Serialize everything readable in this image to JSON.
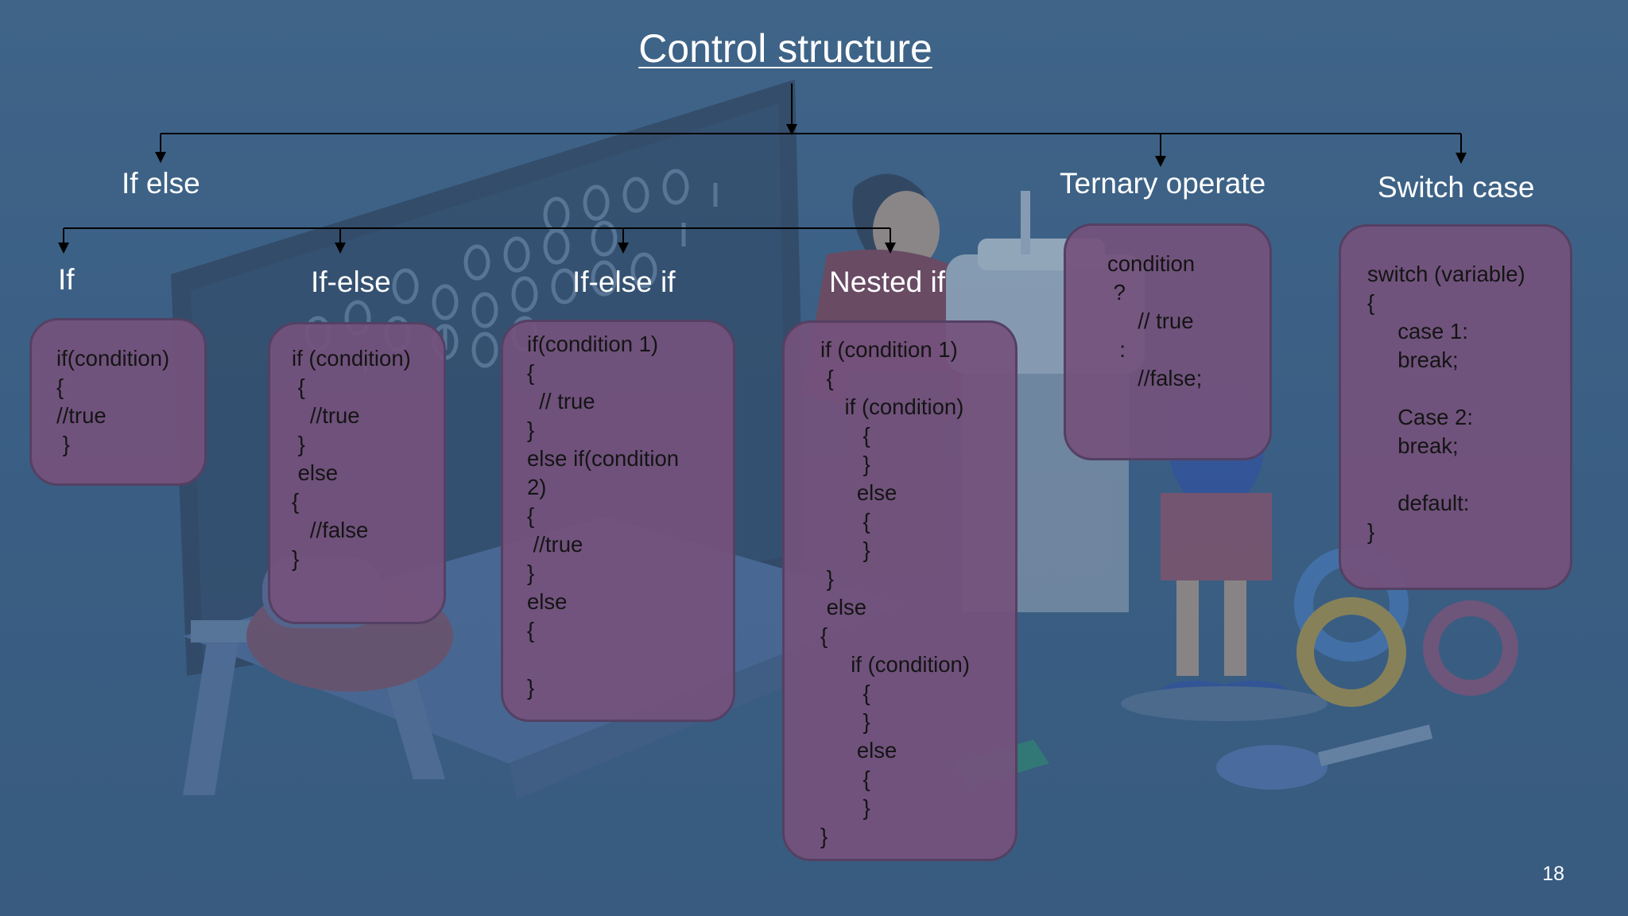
{
  "slide": {
    "title": "Control structure",
    "page_number": "18"
  },
  "branches": [
    {
      "label": "If else"
    },
    {
      "label": "Ternary operate"
    },
    {
      "label": "Switch case"
    }
  ],
  "if_else_types": [
    {
      "label": "If"
    },
    {
      "label": "If-else"
    },
    {
      "label": "If-else if"
    },
    {
      "label": "Nested if"
    }
  ],
  "code_samples": {
    "if": "if(condition)\n{\n//true\n }",
    "if_else": "if (condition)\n {\n   //true\n }\n else\n{\n   //false\n}",
    "if_else_if": "if(condition 1)\n{\n  // true\n}\nelse if(condition\n2)\n{\n //true\n}\nelse\n{\n\n}",
    "nested_if": "if (condition 1)\n {\n    if (condition)\n       {\n       }\n      else\n       {\n       }\n }\n else\n{\n     if (condition)\n       {\n       }\n      else\n       {\n       }\n}",
    "ternary": "condition\n ?\n     // true\n  :\n     //false;",
    "switch": "switch (variable)\n{\n     case 1:\n     break;\n\n     Case 2:\n     break;\n\n     default:\n}"
  },
  "colors": {
    "background": "#3a5f82",
    "box_fill": "#74527c",
    "box_border": "#544063",
    "connector": "#000000",
    "heading_text": "#ffffff",
    "code_text": "#141414"
  }
}
